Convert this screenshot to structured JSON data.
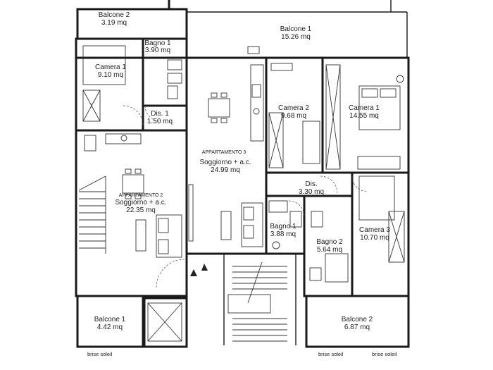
{
  "rooms": {
    "balcone2_top": {
      "name": "Balcone 2",
      "area": "3.19 mq"
    },
    "balcone1_top": {
      "name": "Balcone 1",
      "area": "15.26 mq"
    },
    "bagno1_a2": {
      "name": "Bagno 1",
      "area": "3.90 mq"
    },
    "camera1_a2": {
      "name": "Camera 1",
      "area": "9.10 mq"
    },
    "dis1_a2": {
      "name": "Dis. 1",
      "area": "1.50 mq"
    },
    "camera2_a3": {
      "name": "Camera 2",
      "area": "9.68 mq"
    },
    "camera1_a3": {
      "name": "Camera 1",
      "area": "14.55 mq"
    },
    "soggiorno_a3": {
      "label": "APPARTAMENTO 3",
      "name": "Soggiorno + a.c.",
      "area": "24.99 mq"
    },
    "soggiorno_a2": {
      "label": "APPARTAMENTO 2",
      "name": "Soggiorno + a.c.",
      "area": "22.35 mq"
    },
    "dis_a3": {
      "name": "Dis.",
      "area": "3.30 mq"
    },
    "bagno1_a3": {
      "name": "Bagno 1",
      "area": "3.88 mq"
    },
    "bagno2_a3": {
      "name": "Bagno 2",
      "area": "5.64 mq"
    },
    "camera3_a3": {
      "name": "Camera 3",
      "area": "10.70 mq"
    },
    "balcone1_bottom": {
      "name": "Balcone 1",
      "area": "4.42 mq"
    },
    "balcone2_bottom": {
      "name": "Balcone 2",
      "area": "6.87 mq"
    }
  },
  "brise": [
    "brise soleil",
    "brise soleil",
    "brise soleil"
  ]
}
